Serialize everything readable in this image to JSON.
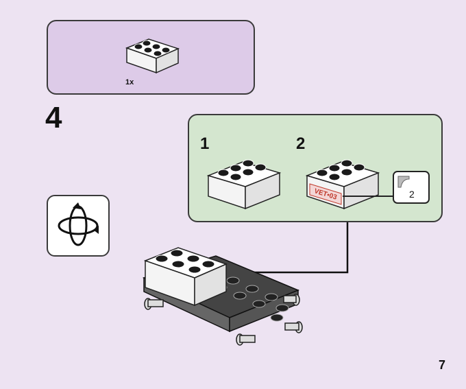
{
  "parts_list": {
    "quantity": "1x"
  },
  "step": {
    "number": "4"
  },
  "substeps": [
    {
      "label": "1"
    },
    {
      "label": "2"
    }
  ],
  "sticker": {
    "text": "VET•03",
    "reference": "2"
  },
  "page": {
    "number": "7"
  },
  "icons": {
    "rotate": "rotate-model-icon"
  },
  "colors": {
    "page_bg": "#ede3f2",
    "parts_bg": "#ddcbe8",
    "substep_bg": "#d4e6cf",
    "sticker_text": "#c0392b"
  }
}
